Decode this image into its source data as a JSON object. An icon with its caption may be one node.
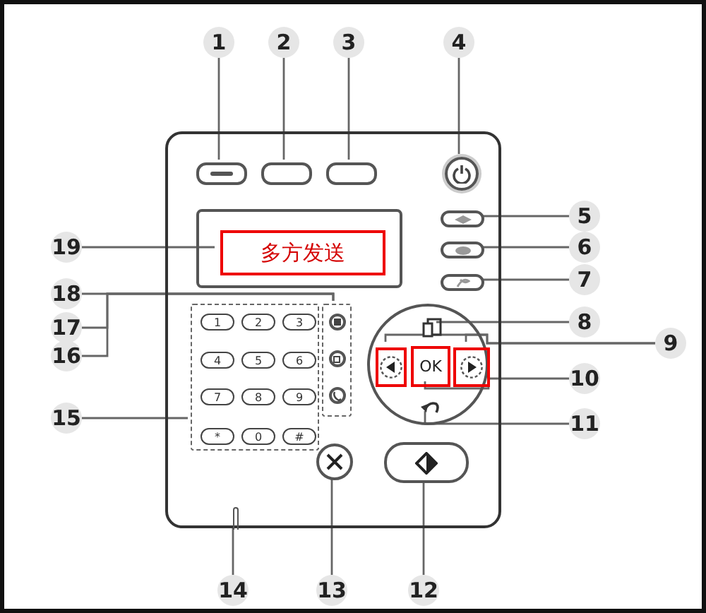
{
  "diagram": {
    "nodes": [
      {
        "text": [
          "1"
        ]
      },
      {
        "text": [
          "2"
        ]
      },
      {
        "text": [
          "3"
        ]
      },
      {
        "text": [
          "4"
        ]
      },
      {
        "text": [
          "5"
        ]
      },
      {
        "text": [
          "6"
        ]
      },
      {
        "text": [
          "7"
        ]
      },
      {
        "text": [
          "8"
        ]
      },
      {
        "text": [
          "9"
        ]
      },
      {
        "text": [
          "10"
        ]
      },
      {
        "text": [
          "11"
        ]
      },
      {
        "text": [
          "12"
        ]
      },
      {
        "text": [
          "13"
        ]
      },
      {
        "text": [
          "14"
        ]
      },
      {
        "text": [
          "15"
        ]
      },
      {
        "text": [
          "16"
        ]
      },
      {
        "text": [
          "17"
        ]
      },
      {
        "text": [
          "18"
        ]
      },
      {
        "text": [
          "19"
        ]
      },
      {
        "text": [],
        "shape": "box"
      },
      {
        "text": [],
        "shape": "box",
        "in": 19
      },
      {
        "text": [],
        "shape": "box",
        "in": 19
      },
      {
        "text": [],
        "shape": "box",
        "in": 19
      },
      {
        "text": [],
        "shape": "circle",
        "in": 19
      },
      {
        "text": [],
        "shape": "box",
        "in": 19
      },
      {
        "text": [],
        "shape": "box",
        "in": 19
      },
      {
        "text": [],
        "shape": "box",
        "in": 19
      },
      {
        "text": [],
        "shape": "circle",
        "in": 19
      },
      {
        "text": [],
        "shape": "icon",
        "in": 27
      },
      {
        "text": [],
        "shape": "circle",
        "in": 27
      },
      {
        "text": [
          "OK"
        ],
        "in": 27
      },
      {
        "text": [],
        "shape": "circle",
        "in": 27
      },
      {
        "text": [],
        "shape": "icon",
        "in": 27
      },
      {
        "text": [],
        "shape": "box",
        "in": 19
      },
      {
        "text": [],
        "shape": "circle",
        "in": 19
      },
      {
        "text": [],
        "shape": "bar",
        "in": 19
      },
      {
        "text": [],
        "shape": "box",
        "in": 19
      },
      {
        "text": [
          "1"
        ],
        "in": 36
      },
      {
        "text": [
          "2"
        ],
        "in": 36
      },
      {
        "text": [
          "3"
        ],
        "in": 36
      },
      {
        "text": [
          "4"
        ],
        "in": 36
      },
      {
        "text": [
          "5"
        ],
        "in": 36
      },
      {
        "text": [
          "6"
        ],
        "in": 36
      },
      {
        "text": [
          "7"
        ],
        "in": 36
      },
      {
        "text": [
          "8"
        ],
        "in": 36
      },
      {
        "text": [
          "9"
        ],
        "in": 36
      },
      {
        "text": [
          "*"
        ],
        "in": 36
      },
      {
        "text": [
          "0"
        ],
        "in": 36
      },
      {
        "text": [
          "#"
        ],
        "in": 36
      },
      {
        "text": [],
        "shape": "box",
        "in": 19
      },
      {
        "text": [],
        "shape": "circle",
        "in": 49
      },
      {
        "text": [],
        "shape": "circle",
        "in": 49
      },
      {
        "text": [],
        "shape": "circle",
        "in": 49
      },
      {
        "text": [],
        "shape": "box",
        "in": 19
      },
      {
        "text": [
          "多方发送"
        ],
        "in": 53
      }
    ],
    "edges": [
      {
        "from": 0,
        "to": 20,
        "arrow": "none"
      },
      {
        "from": 1,
        "to": 21,
        "arrow": "none"
      },
      {
        "from": 2,
        "to": 22,
        "arrow": "none"
      },
      {
        "from": 3,
        "to": 23,
        "arrow": "none"
      },
      {
        "from": 4,
        "to": 24,
        "arrow": "none"
      },
      {
        "from": 5,
        "to": 25,
        "arrow": "none"
      },
      {
        "from": 6,
        "to": 26,
        "arrow": "none"
      },
      {
        "from": 7,
        "to": 28,
        "arrow": "none"
      },
      {
        "from": 8,
        "to": 29,
        "arrow": "none"
      },
      {
        "from": 8,
        "to": 31,
        "arrow": "none"
      },
      {
        "from": 9,
        "to": 30,
        "arrow": "none"
      },
      {
        "from": 10,
        "to": 32,
        "arrow": "none"
      },
      {
        "from": 11,
        "to": 33,
        "arrow": "none"
      },
      {
        "from": 12,
        "to": 34,
        "arrow": "none"
      },
      {
        "from": 13,
        "to": 35,
        "arrow": "none"
      },
      {
        "from": 14,
        "to": 36,
        "arrow": "none"
      },
      {
        "from": 15,
        "to": 49,
        "arrow": "none"
      },
      {
        "from": 16,
        "to": 49,
        "arrow": "none"
      },
      {
        "from": 17,
        "to": 49,
        "arrow": "none"
      },
      {
        "from": 18,
        "to": 54,
        "arrow": "none"
      }
    ]
  }
}
